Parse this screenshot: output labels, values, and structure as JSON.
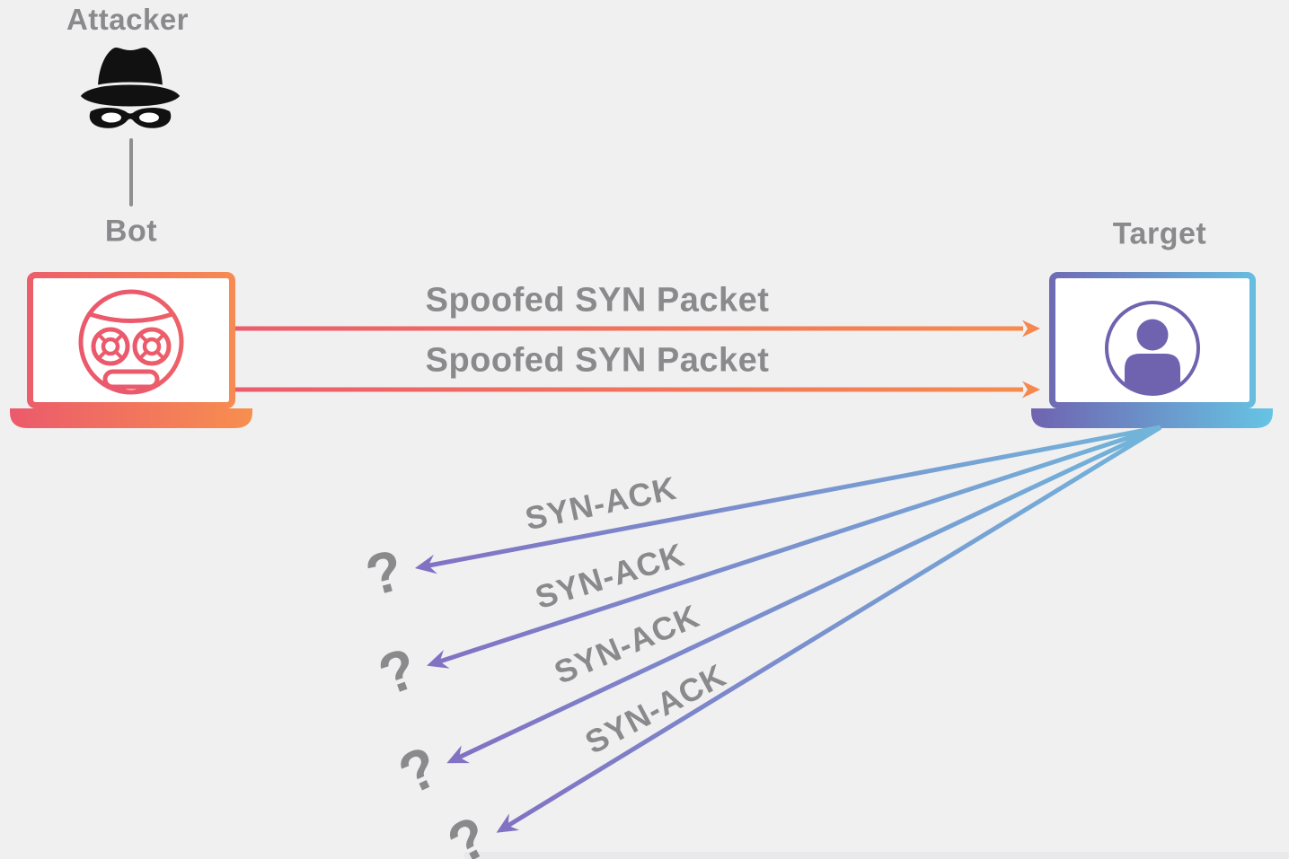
{
  "diagram": {
    "attacker": {
      "label": "Attacker"
    },
    "bot": {
      "label": "Bot"
    },
    "target": {
      "label": "Target"
    },
    "spoofed_syn_packets": [
      {
        "label": "Spoofed SYN Packet"
      },
      {
        "label": "Spoofed SYN Packet"
      }
    ],
    "syn_ack_responses": [
      {
        "label": "SYN-ACK"
      },
      {
        "label": "SYN-ACK"
      },
      {
        "label": "SYN-ACK"
      },
      {
        "label": "SYN-ACK"
      }
    ],
    "unknown_destinations": [
      {
        "label": "?"
      },
      {
        "label": "?"
      },
      {
        "label": "?"
      },
      {
        "label": "?"
      }
    ]
  },
  "icons": {
    "attacker": "spy-hat-mask-icon",
    "bot": "robot-laptop-icon",
    "target": "user-laptop-icon"
  },
  "colors": {
    "background": "#f0f0f1",
    "label_gray": "#8a8a8d",
    "attack_gradient_start": "#eb5a6c",
    "attack_gradient_end": "#f78f4f",
    "target_gradient_start": "#6f63b0",
    "target_gradient_end": "#66c4e4",
    "synack_origin_blue": "#72b5da",
    "synack_tip_purple": "#8171c3",
    "spy_icon_black": "#111111"
  }
}
